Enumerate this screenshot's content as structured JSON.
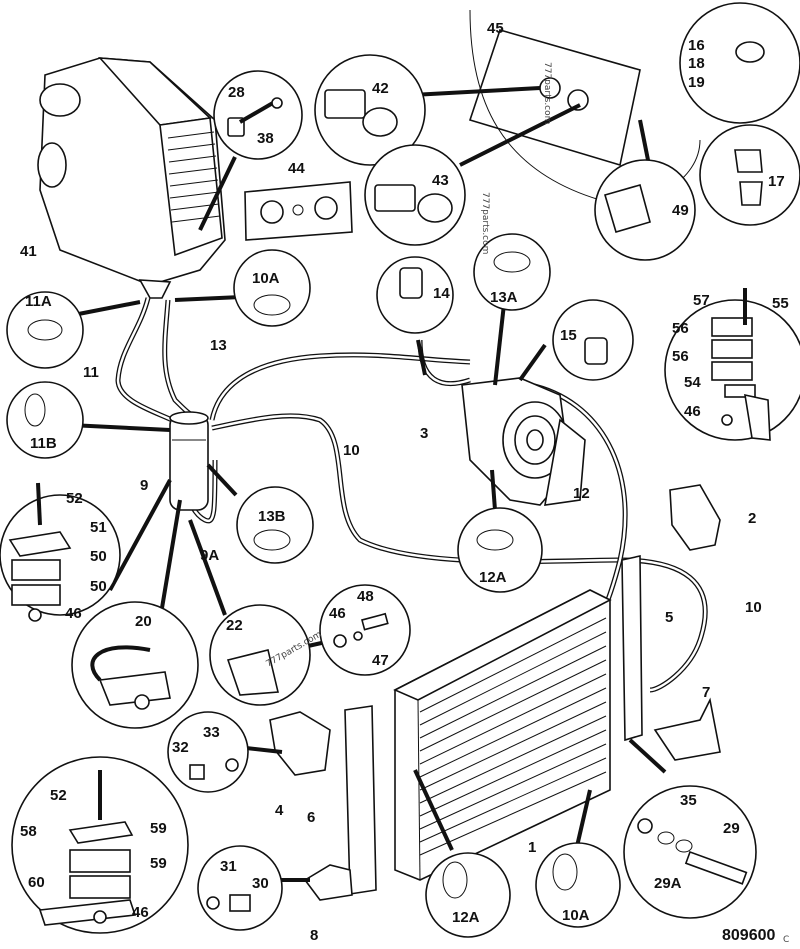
{
  "diagram": {
    "drawing_number": "809600",
    "drawing_suffix": "C",
    "watermarks": [
      "777parts.com",
      "777parts.com",
      "777parts.com"
    ],
    "callouts": [
      {
        "id": "c1",
        "text": "1"
      },
      {
        "id": "c2",
        "text": "2"
      },
      {
        "id": "c3",
        "text": "3"
      },
      {
        "id": "c4",
        "text": "4"
      },
      {
        "id": "c5",
        "text": "5"
      },
      {
        "id": "c6",
        "text": "6"
      },
      {
        "id": "c7",
        "text": "7"
      },
      {
        "id": "c8",
        "text": "8"
      },
      {
        "id": "c9",
        "text": "9"
      },
      {
        "id": "c9A",
        "text": "9A"
      },
      {
        "id": "c10a",
        "text": "10"
      },
      {
        "id": "c10b",
        "text": "10"
      },
      {
        "id": "c10Aa",
        "text": "10A"
      },
      {
        "id": "c10Ab",
        "text": "10A"
      },
      {
        "id": "c11",
        "text": "11"
      },
      {
        "id": "c11A",
        "text": "11A"
      },
      {
        "id": "c11B",
        "text": "11B"
      },
      {
        "id": "c12",
        "text": "12"
      },
      {
        "id": "c12Aa",
        "text": "12A"
      },
      {
        "id": "c12Ab",
        "text": "12A"
      },
      {
        "id": "c13",
        "text": "13"
      },
      {
        "id": "c13A",
        "text": "13A"
      },
      {
        "id": "c13B",
        "text": "13B"
      },
      {
        "id": "c14",
        "text": "14"
      },
      {
        "id": "c15",
        "text": "15"
      },
      {
        "id": "c16",
        "text": "16"
      },
      {
        "id": "c17",
        "text": "17"
      },
      {
        "id": "c18",
        "text": "18"
      },
      {
        "id": "c19",
        "text": "19"
      },
      {
        "id": "c20",
        "text": "20"
      },
      {
        "id": "c22",
        "text": "22"
      },
      {
        "id": "c28",
        "text": "28"
      },
      {
        "id": "c29",
        "text": "29"
      },
      {
        "id": "c29A",
        "text": "29A"
      },
      {
        "id": "c30",
        "text": "30"
      },
      {
        "id": "c31",
        "text": "31"
      },
      {
        "id": "c32",
        "text": "32"
      },
      {
        "id": "c33",
        "text": "33"
      },
      {
        "id": "c35",
        "text": "35"
      },
      {
        "id": "c38",
        "text": "38"
      },
      {
        "id": "c41",
        "text": "41"
      },
      {
        "id": "c42",
        "text": "42"
      },
      {
        "id": "c43",
        "text": "43"
      },
      {
        "id": "c44",
        "text": "44"
      },
      {
        "id": "c45",
        "text": "45"
      },
      {
        "id": "c46a",
        "text": "46"
      },
      {
        "id": "c46b",
        "text": "46"
      },
      {
        "id": "c46c",
        "text": "46"
      },
      {
        "id": "c46d",
        "text": "46"
      },
      {
        "id": "c47",
        "text": "47"
      },
      {
        "id": "c48",
        "text": "48"
      },
      {
        "id": "c49",
        "text": "49"
      },
      {
        "id": "c50a",
        "text": "50"
      },
      {
        "id": "c50b",
        "text": "50"
      },
      {
        "id": "c51",
        "text": "51"
      },
      {
        "id": "c52a",
        "text": "52"
      },
      {
        "id": "c52b",
        "text": "52"
      },
      {
        "id": "c54",
        "text": "54"
      },
      {
        "id": "c55",
        "text": "55"
      },
      {
        "id": "c56a",
        "text": "56"
      },
      {
        "id": "c56b",
        "text": "56"
      },
      {
        "id": "c57",
        "text": "57"
      },
      {
        "id": "c58",
        "text": "58"
      },
      {
        "id": "c59a",
        "text": "59"
      },
      {
        "id": "c59b",
        "text": "59"
      },
      {
        "id": "c60",
        "text": "60"
      }
    ]
  }
}
